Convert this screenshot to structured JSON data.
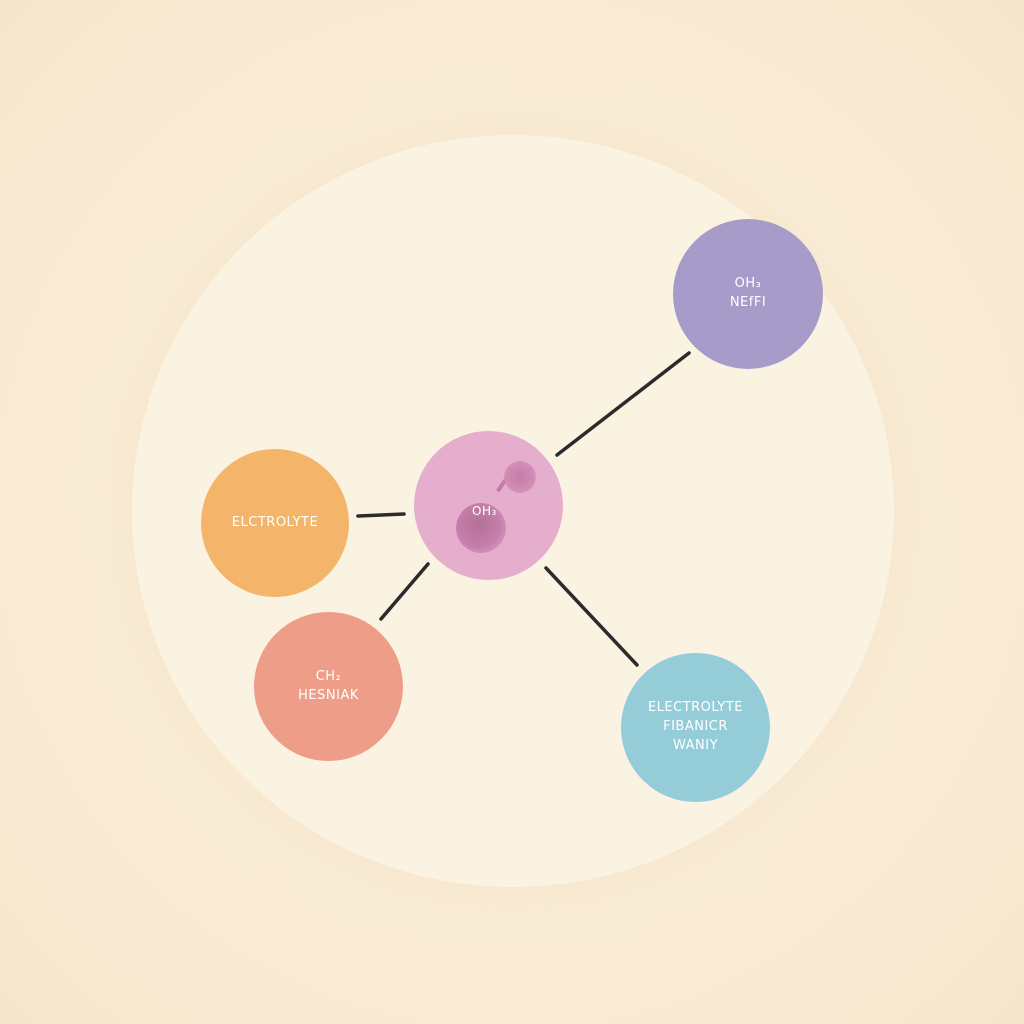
{
  "colors": {
    "background": "#f8ead3",
    "backdrop": "#fbf3e2",
    "connector": "#2b2b2b",
    "node_top_right": "#a79bc9",
    "node_left": "#f4b56a",
    "node_center": "#e5aecd",
    "node_bottom_left": "#ee9e88",
    "node_bottom_right": "#94cdd8"
  },
  "nodes": {
    "top_right": {
      "line1": "OH₃",
      "line2": "NEfFI"
    },
    "left": {
      "line1": "ELCTROLYTE"
    },
    "center": {
      "label": "OH₃"
    },
    "bottom_left": {
      "line1": "CH₂",
      "line2": "HESNIAK"
    },
    "bottom_right": {
      "line1": "ELECTROLYTE",
      "line2": "FIBANICR",
      "line3": "WANIY"
    }
  }
}
